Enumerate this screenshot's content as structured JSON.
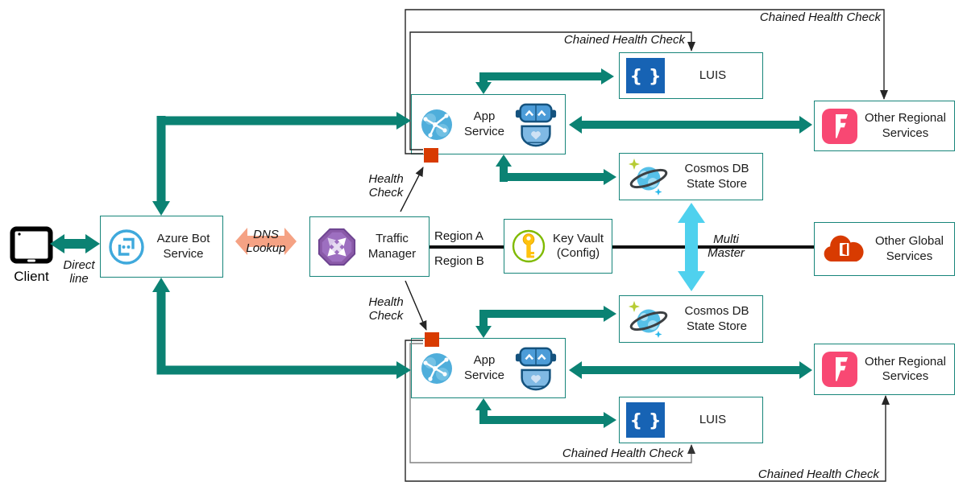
{
  "colors": {
    "teal_arrow": "#0b8273",
    "box_border": "#17857a",
    "health_marker_orange": "#d83b01",
    "dns_salmon": "#f5a284",
    "multi_master_cyan": "#4fd1ee",
    "luis_blue": "#1763b4",
    "regional_pink": "#f84873",
    "global_orange": "#d83b01",
    "tm_purple": "#8a5aa8",
    "tm_purple_dark": "#6d4390",
    "key_gold": "#ffc20e",
    "key_green": "#7fba00",
    "globe_blue": "#4faedb",
    "bot_icon_blue": "#3fa9dc",
    "robot_fill": "#4c9cd8",
    "robot_dark": "#14527e",
    "robot_body": "#7fb9e4",
    "cosmos_blue": "#56c0e8",
    "line_dark": "#262626",
    "line_gray": "#828282"
  },
  "icons": {
    "luis_glyph": "{ }",
    "regional_glyph": "F"
  },
  "nodes": {
    "client": {
      "label": "Client"
    },
    "azure_bot_service": {
      "label": "Azure Bot Service"
    },
    "traffic_manager": {
      "label": "Traffic Manager"
    },
    "key_vault": {
      "label": "Key Vault (Config)"
    },
    "app_service_top": {
      "label": "App Service"
    },
    "app_service_bottom": {
      "label": "App Service"
    },
    "luis_top": {
      "label": "LUIS"
    },
    "luis_bottom": {
      "label": "LUIS"
    },
    "cosmos_top": {
      "label": "Cosmos DB State Store"
    },
    "cosmos_bottom": {
      "label": "Cosmos DB State Store"
    },
    "other_regional_top": {
      "label": "Other Regional Services"
    },
    "other_regional_bottom": {
      "label": "Other Regional Services"
    },
    "other_global": {
      "label": "Other Global Services"
    }
  },
  "edge_labels": {
    "direct_line": "Direct line",
    "dns_lookup": "DNS Lookup",
    "region_a": "Region A",
    "region_b": "Region B",
    "health_check_top": "Health Check",
    "health_check_bottom": "Health Check",
    "multi_master": "Multi Master",
    "chained_top_outer": "Chained Health Check",
    "chained_top_inner": "Chained Health Check",
    "chained_bottom_inner": "Chained Health Check",
    "chained_bottom_outer": "Chained Health Check"
  }
}
